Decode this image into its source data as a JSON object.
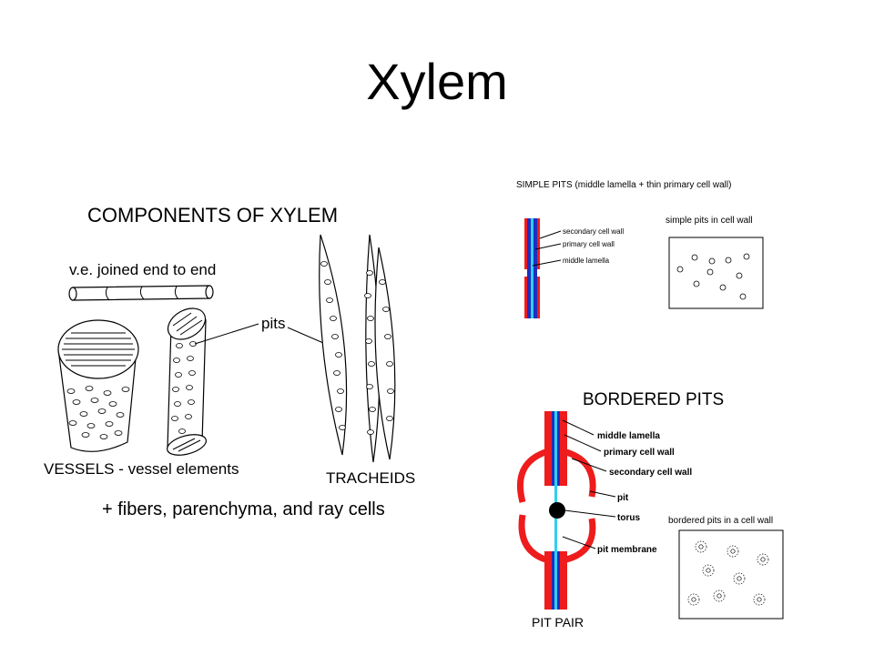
{
  "slide": {
    "title": "Xylem"
  },
  "components": {
    "heading": "COMPONENTS OF XYLEM",
    "ve_label": "v.e. joined end to end",
    "pits_label": "pits",
    "vessels_label": "VESSELS - vessel elements",
    "tracheids_label": "TRACHEIDS",
    "fibers_label": "+ fibers, parenchyma, and ray cells"
  },
  "simple_pits": {
    "heading": "SIMPLE PITS (middle lamella + thin primary cell wall)",
    "secondary_wall_label": "secondary cell wall",
    "primary_wall_label": "primary cell wall",
    "middle_lamella_label": "middle lamella",
    "inset_label": "simple pits in cell wall"
  },
  "bordered_pits": {
    "heading": "BORDERED PITS",
    "middle_lamella_label": "middle lamella",
    "primary_wall_label": "primary cell wall",
    "secondary_wall_label": "secondary cell wall",
    "pit_label": "pit",
    "torus_label": "torus",
    "pit_membrane_label": "pit membrane",
    "inset_label": "bordered pits in a cell wall",
    "pit_pair_label": "PIT PAIR"
  },
  "colors": {
    "secondary_wall": "#ee1c1c",
    "primary_wall": "#1f2fbf",
    "middle_lamella": "#2ed0f0",
    "torus": "#000000"
  }
}
